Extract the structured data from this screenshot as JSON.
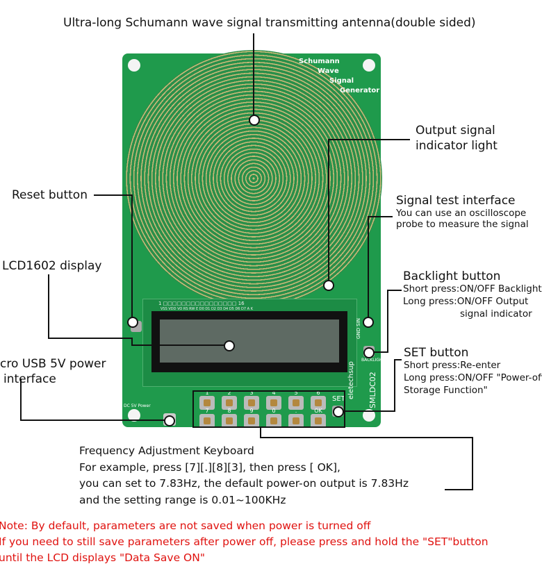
{
  "title": "Ultra-long Schumann wave signal transmitting antenna(double sided)",
  "board": {
    "brand": [
      "Schumann",
      "Wave",
      "Signal",
      "Generator"
    ],
    "model": "SMLDC02",
    "maker": "eletechsup",
    "power_label": "DC 5V Power",
    "backlight_label": "BACKLIGHT",
    "set_label": "SET",
    "test_pins": "GND SIN",
    "pin_numbers": "1 □□□□□□□□□□□□□□□□ 16",
    "pin_names": "VSS VDD VO RS RW E D0 D1 D2 D3 D4 D5 D6 D7 A K",
    "keys": [
      "1",
      "2",
      "3",
      "4",
      "5",
      "6",
      "7",
      "8",
      "9",
      "0",
      ".",
      "OK"
    ]
  },
  "callouts": {
    "output_indicator": [
      "Output signal",
      "indicator light"
    ],
    "reset": "Reset button",
    "signal_test": {
      "title": "Signal test interface",
      "lines": [
        "You can use an oscilloscope",
        "probe to measure the signal"
      ]
    },
    "lcd": "LCD1602 display",
    "backlight": {
      "title": "Backlight button",
      "lines": [
        "Short press:ON/OFF Backlight",
        "Long press:ON/OFF Output",
        "signal indicator"
      ]
    },
    "usb": [
      "cro USB 5V power",
      "interface"
    ],
    "set": {
      "title": "SET button",
      "lines": [
        "Short press:Re-enter",
        "Long press:ON/OFF \"Power-off",
        "Storage Function\""
      ]
    },
    "keyboard": {
      "title": "Frequency Adjustment Keyboard",
      "lines": [
        "For example, press [7][.][8][3], then press [ OK],",
        "you can set to 7.83Hz, the default power-on output is 7.83Hz",
        "and the setting range is 0.01~100KHz"
      ]
    }
  },
  "notes": [
    "Note: By default, parameters are not saved when power is turned off",
    "If you need to still save parameters after power off, please press and hold the \"SET\"button",
    "until the LCD displays \"Data Save ON\""
  ]
}
